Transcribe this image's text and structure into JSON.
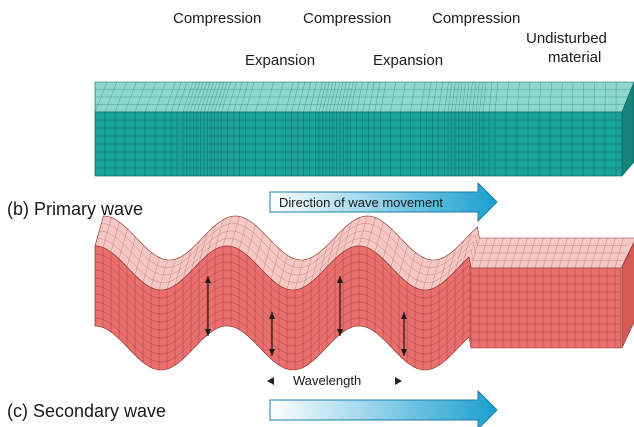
{
  "primary": {
    "labels_top": [
      "Compression",
      "Compression",
      "Compression"
    ],
    "labels_mid": [
      "Expansion",
      "Expansion"
    ],
    "undisturbed_line1": "Undisturbed",
    "undisturbed_line2": "material",
    "caption": "(b) Primary wave",
    "arrow_text": "Direction of wave movement",
    "colors": {
      "top": "#8fd6cf",
      "front": "#1aa39a",
      "grid": "#0b5e58"
    }
  },
  "secondary": {
    "caption": "(c) Secondary wave",
    "wavelength_label": "Wavelength",
    "colors": {
      "top": "#f6c8c4",
      "front": "#e9706d",
      "grid": "#8c2f2c"
    }
  },
  "arrow_colors": {
    "start": "#ffffff",
    "end": "#1a9fd0"
  }
}
